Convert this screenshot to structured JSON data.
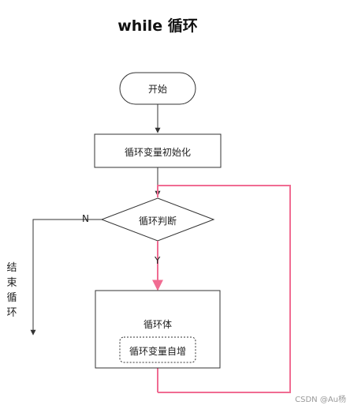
{
  "diagram": {
    "title": "while 循环",
    "nodes": {
      "start": "开始",
      "init": "循环变量初始化",
      "condition": "循环判断",
      "body": "循环体",
      "increment": "循环变量自增"
    },
    "edge_labels": {
      "no": "N",
      "yes": "Y"
    },
    "end_label": [
      "结",
      "束",
      "循",
      "环"
    ],
    "watermark": "CSDN @Au杨",
    "colors": {
      "loop": "#f06c92",
      "stroke": "#333333"
    }
  }
}
